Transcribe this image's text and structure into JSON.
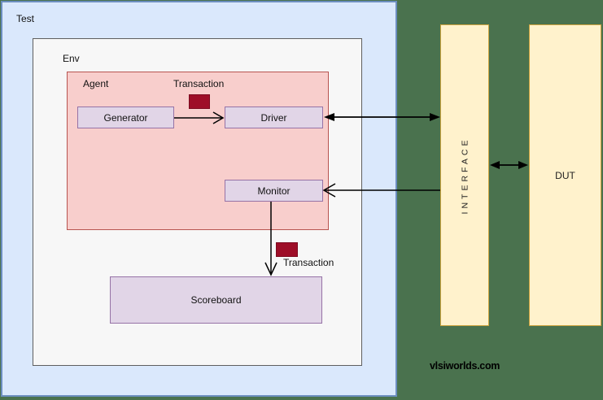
{
  "labels": {
    "test": "Test",
    "env": "Env",
    "agent": "Agent",
    "generator": "Generator",
    "driver": "Driver",
    "monitor": "Monitor",
    "scoreboard": "Scoreboard",
    "transaction_top": "Transaction",
    "transaction_bottom": "Transaction",
    "interface": "INTERFACE",
    "dut": "DUT",
    "watermark": "vlsiworlds.com"
  },
  "colors": {
    "canvas_green": "#4a724e",
    "test_fill": "#dae8fc",
    "test_border": "#6c8ebf",
    "env_fill": "#f7f7f7",
    "env_border": "#5f5f5f",
    "agent_fill": "#f8cecc",
    "agent_border": "#b85450",
    "component_fill": "#e1d5e7",
    "component_border": "#9673a6",
    "interface_fill": "#fff2cc",
    "interface_border": "#cda43e",
    "transaction_fill": "#9e0e28",
    "transaction_border": "#7d0b20",
    "arrow": "#000000"
  }
}
